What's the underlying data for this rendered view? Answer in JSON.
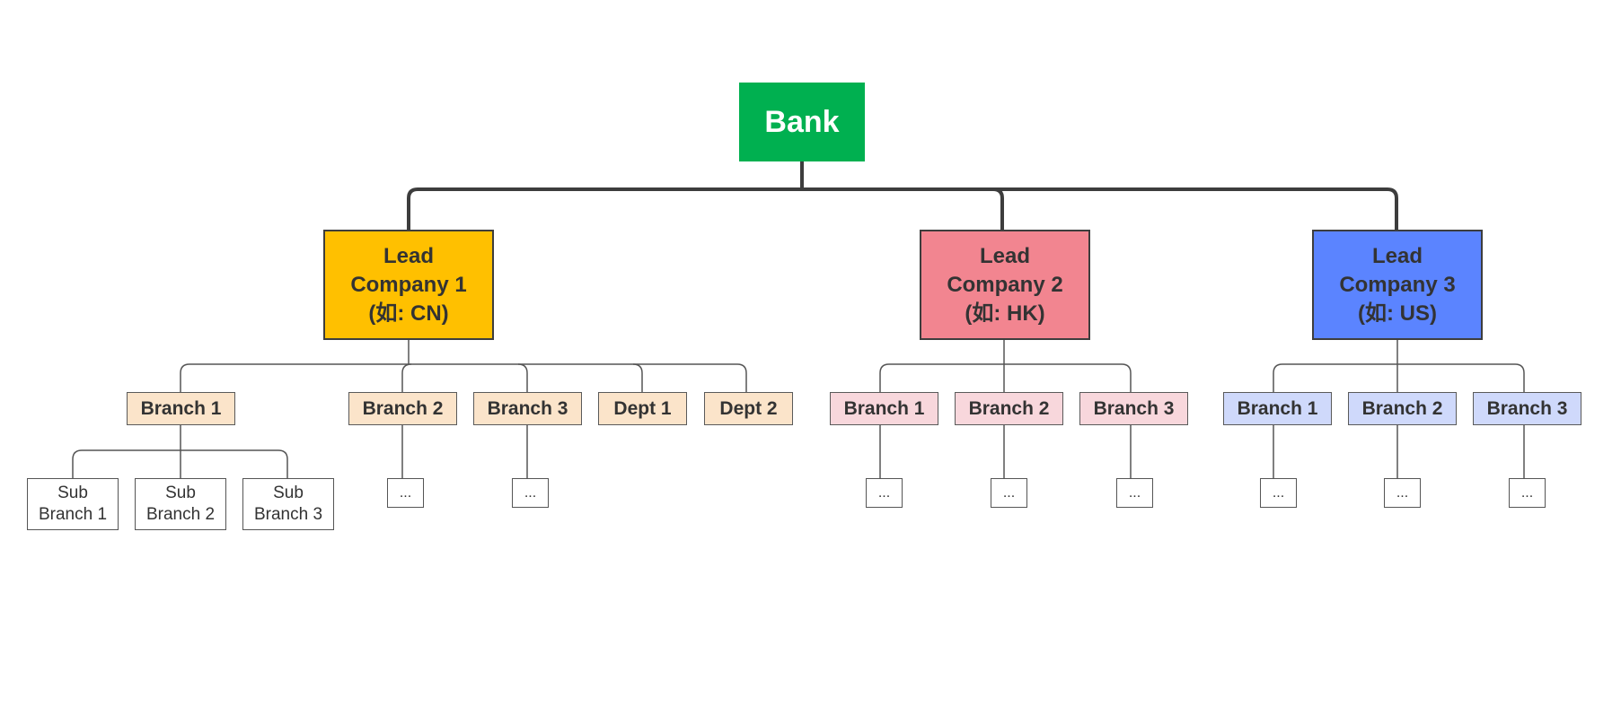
{
  "diagram": {
    "root": {
      "label": "Bank"
    },
    "colors": {
      "root": "#00b050",
      "lead_1": "#ffc000",
      "lead_2": "#f28590",
      "lead_3": "#5b84ff",
      "branch_1": "#fbe4ca",
      "branch_2": "#f8d7dc",
      "branch_3": "#cfd9fb"
    },
    "leads": [
      {
        "lines": [
          "Lead",
          "Company 1",
          "(如: CN)"
        ],
        "children": [
          {
            "label": "Branch 1",
            "children": [
              {
                "lines": [
                  "Sub",
                  "Branch 1"
                ]
              },
              {
                "lines": [
                  "Sub",
                  "Branch 2"
                ]
              },
              {
                "lines": [
                  "Sub",
                  "Branch 3"
                ]
              }
            ]
          },
          {
            "label": "Branch 2",
            "leaf": "..."
          },
          {
            "label": "Branch 3",
            "leaf": "..."
          },
          {
            "label": "Dept 1"
          },
          {
            "label": "Dept 2"
          }
        ]
      },
      {
        "lines": [
          "Lead",
          "Company 2",
          "(如: HK)"
        ],
        "children": [
          {
            "label": "Branch 1",
            "leaf": "..."
          },
          {
            "label": "Branch 2",
            "leaf": "..."
          },
          {
            "label": "Branch 3",
            "leaf": "..."
          }
        ]
      },
      {
        "lines": [
          "Lead",
          "Company 3",
          "(如: US)"
        ],
        "children": [
          {
            "label": "Branch 1",
            "leaf": "..."
          },
          {
            "label": "Branch 2",
            "leaf": "..."
          },
          {
            "label": "Branch 3",
            "leaf": "..."
          }
        ]
      }
    ]
  }
}
